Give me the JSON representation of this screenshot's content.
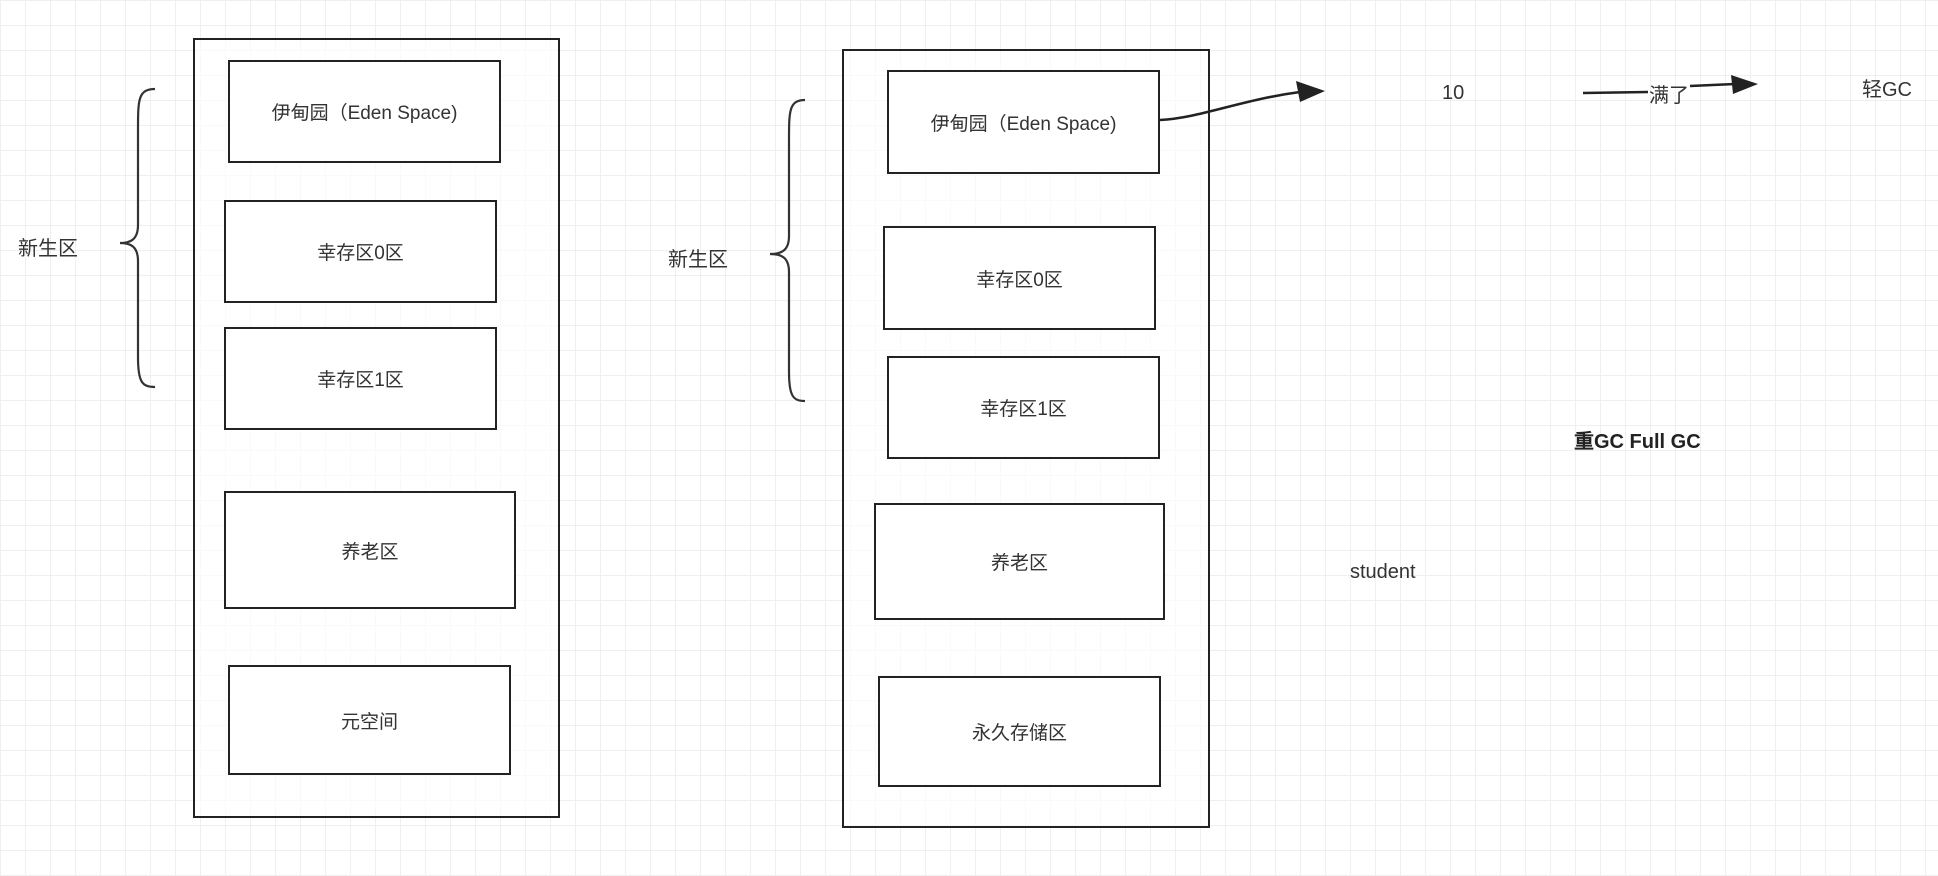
{
  "left_diagram": {
    "group_label": "新生区",
    "boxes": {
      "eden": "伊甸园（Eden Space)",
      "survivor0": "幸存区0区",
      "survivor1": "幸存区1区",
      "old": "养老区",
      "meta": "元空间"
    }
  },
  "right_diagram": {
    "group_label": "新生区",
    "boxes": {
      "eden": "伊甸园（Eden Space)",
      "survivor0": "幸存区0区",
      "survivor1": "幸存区1区",
      "old": "养老区",
      "perm": "永久存储区"
    }
  },
  "annotations": {
    "count": "10",
    "full": "满了",
    "minor_gc": "轻GC",
    "major_gc": "重GC  Full GC",
    "student": "student"
  }
}
